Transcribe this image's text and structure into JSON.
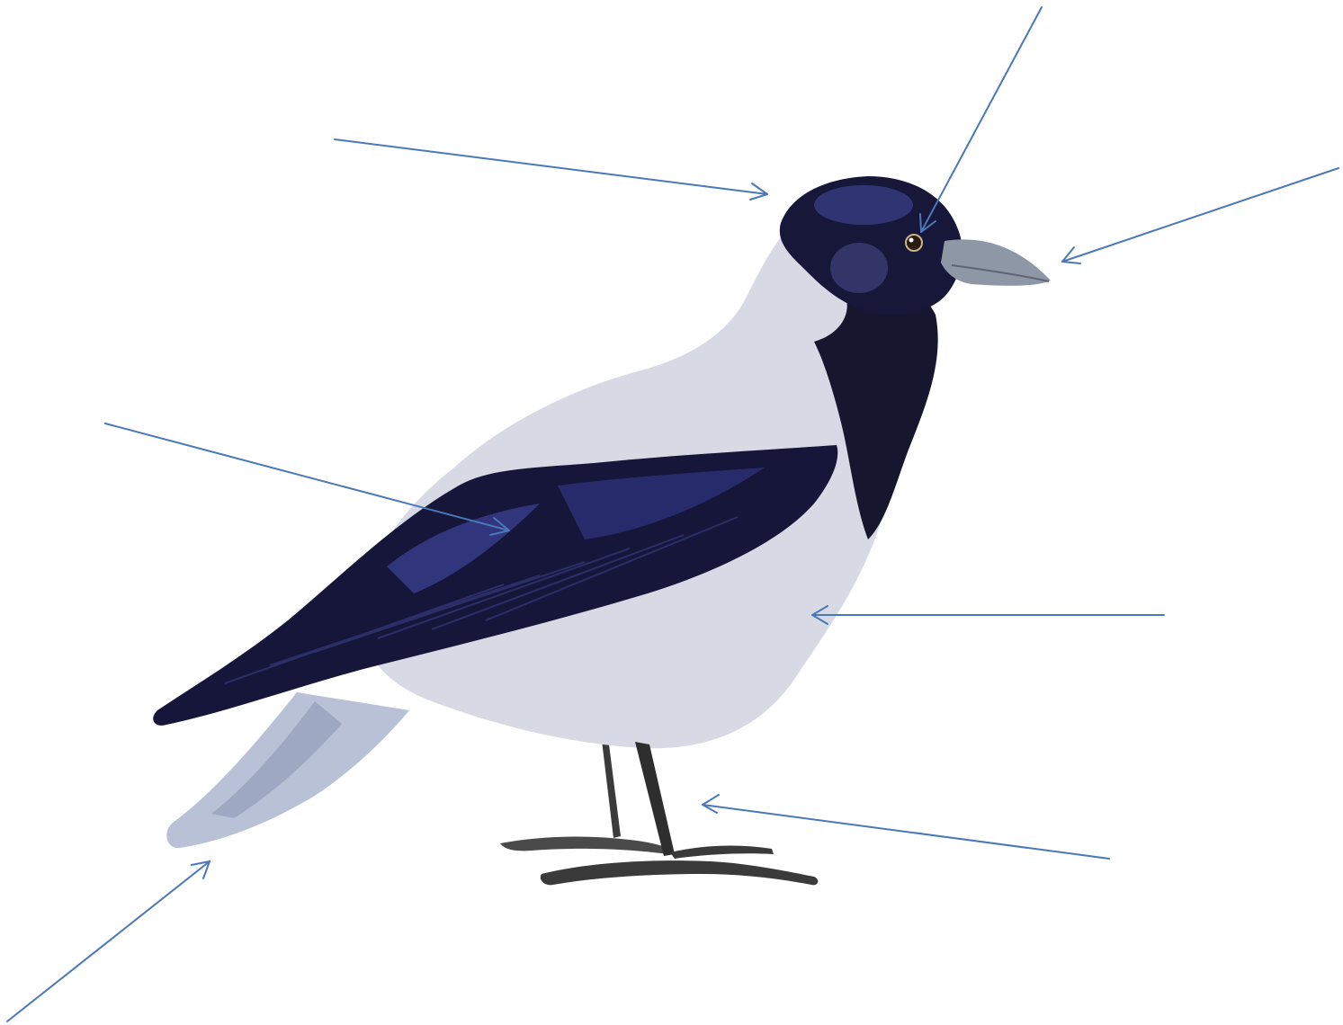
{
  "figure": {
    "subject": "hooded-crow",
    "colors": {
      "pointer": "#4a78b8",
      "plumage_dark": "#14142e",
      "plumage_sheen": "#3a3f86",
      "plumage_grey": "#d7dae5",
      "beak": "#8e97a6",
      "legs": "#3a3a3a",
      "background": "#ffffff"
    }
  },
  "pointers": [
    {
      "id": "crown",
      "target": "crown"
    },
    {
      "id": "eye",
      "target": "eye"
    },
    {
      "id": "beak",
      "target": "beak"
    },
    {
      "id": "wing",
      "target": "wing"
    },
    {
      "id": "belly",
      "target": "belly"
    },
    {
      "id": "legs",
      "target": "legs"
    },
    {
      "id": "tail",
      "target": "tail"
    }
  ]
}
